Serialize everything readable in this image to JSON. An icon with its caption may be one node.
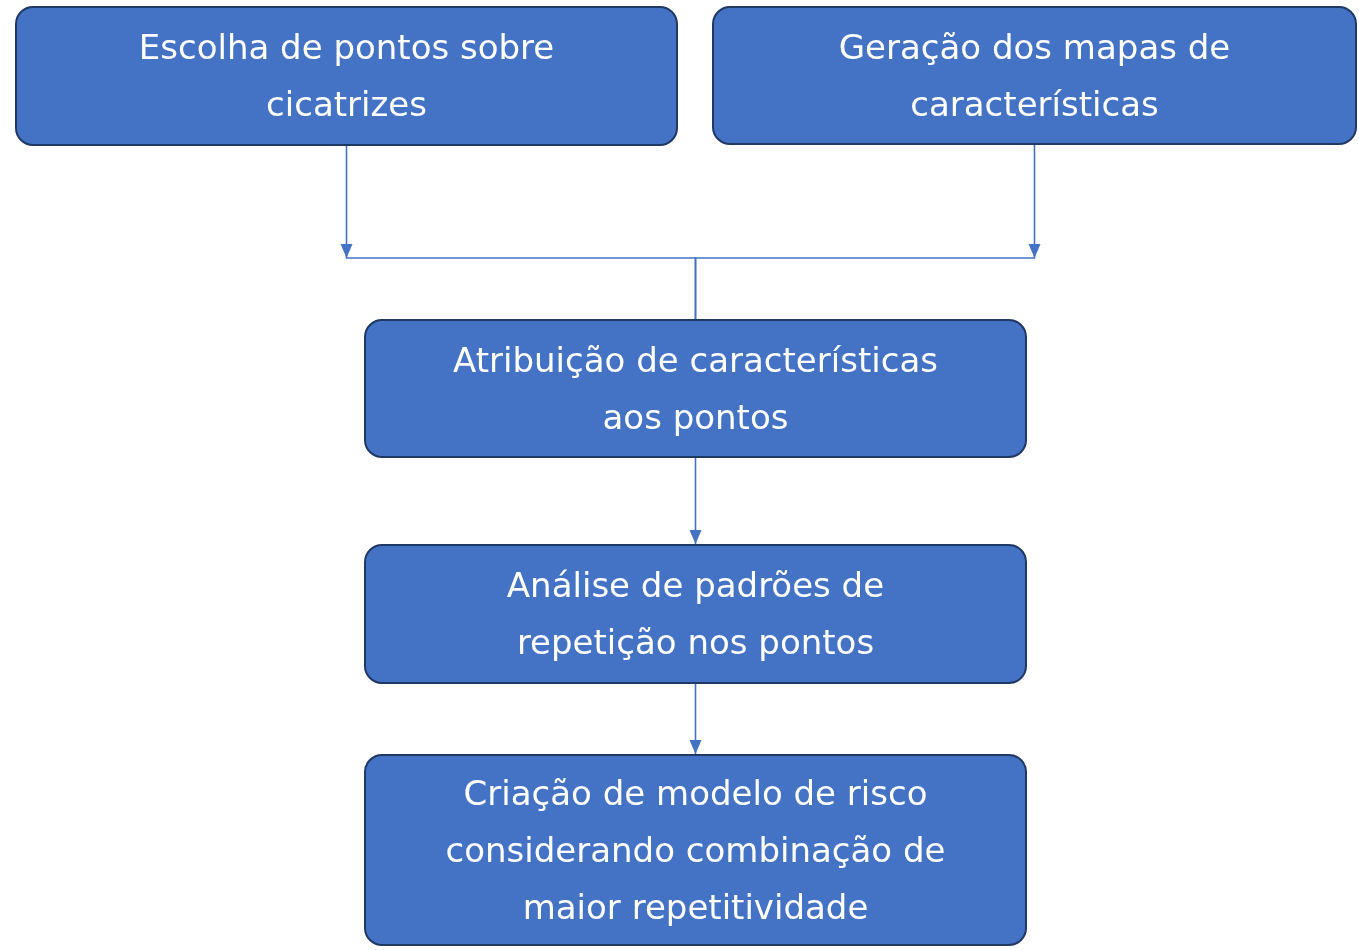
{
  "diagram": {
    "nodes": [
      {
        "text": [
          "Escolha de pontos sobre cicatrizes"
        ]
      },
      {
        "text": [
          "Geração dos mapas de características"
        ]
      },
      {
        "text": [
          "Atribuição de características aos pontos"
        ]
      },
      {
        "text": [
          "Análise de padrões de repetição nos pontos"
        ]
      },
      {
        "text": [
          "Criação de modelo de risco considerando combinação de maior repetitividade"
        ]
      }
    ],
    "edges": [
      {
        "from": 0,
        "to": 2,
        "arrow": "to"
      },
      {
        "from": 1,
        "to": 2,
        "arrow": "to"
      },
      {
        "from": 2,
        "to": 3,
        "arrow": "to"
      },
      {
        "from": 3,
        "to": 4,
        "arrow": "to"
      }
    ]
  }
}
